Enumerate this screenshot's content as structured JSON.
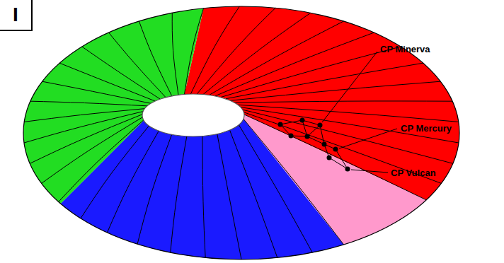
{
  "diagram": {
    "nodes": [
      {
        "text": [
          "I"
        ]
      }
    ],
    "labels": [
      "CP Minerva",
      "CP Mercury",
      "CP Vulcan"
    ]
  }
}
